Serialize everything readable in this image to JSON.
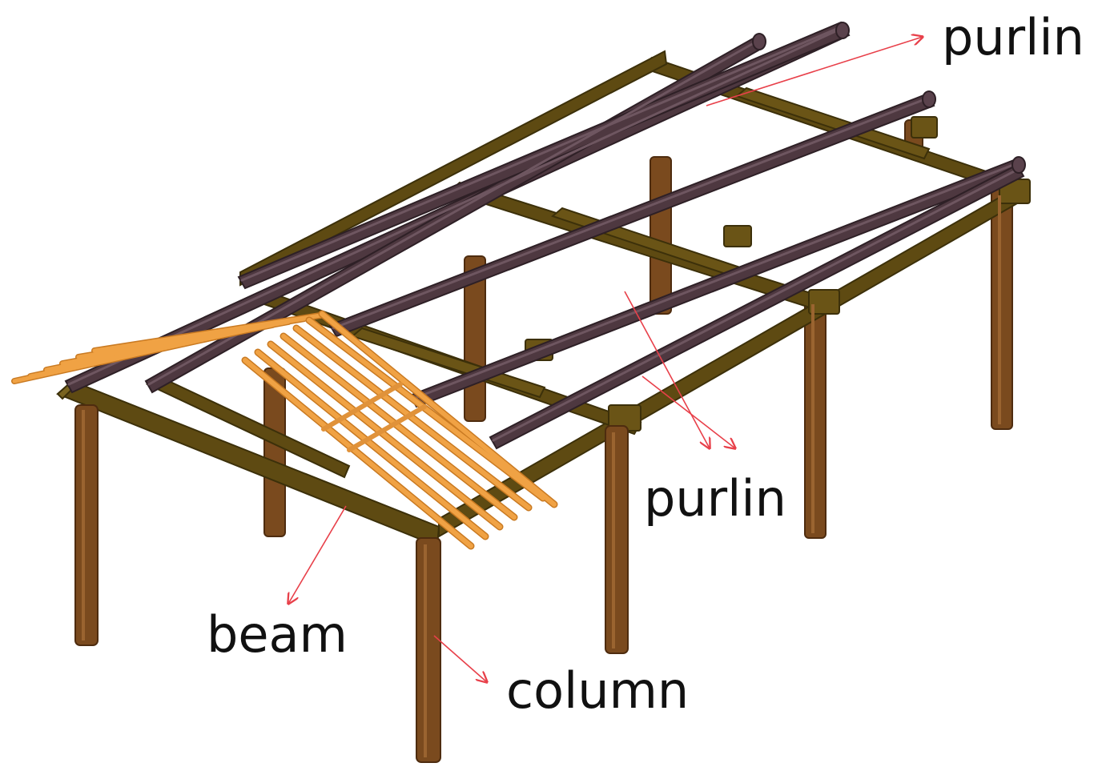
{
  "labels": {
    "purlin_top": "purlin",
    "purlin_mid": "purlin",
    "beam": "beam",
    "column": "column"
  },
  "colors": {
    "column": "#7a4a1e",
    "column_edge": "#4e2c0f",
    "beam": "#5e4a12",
    "beam_light": "#7a6420",
    "purlin": "#4e3840",
    "purlin_light": "#6e5660",
    "rafter": "#f0a244",
    "rafter_dark": "#c97a22",
    "arrow": "#e8404a"
  },
  "figure": {
    "subject": "timber roof frame with columns, beams, purlins and rafters",
    "elements": [
      "column",
      "beam",
      "purlin",
      "rafter"
    ]
  }
}
